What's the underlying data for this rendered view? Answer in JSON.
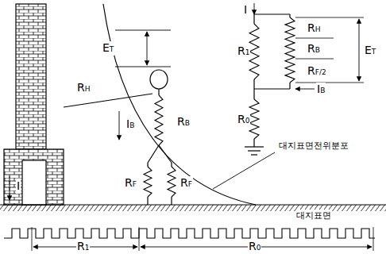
{
  "diagram": {
    "labels": [
      "ET",
      "ET",
      "I",
      "R1",
      "RH",
      "RB",
      "RF/2",
      "IB",
      "R0",
      "대지표면전위분포",
      "RH",
      "IB",
      "RB",
      "I",
      "RF",
      "RF",
      "대지표면",
      "R1",
      "R0"
    ]
  }
}
